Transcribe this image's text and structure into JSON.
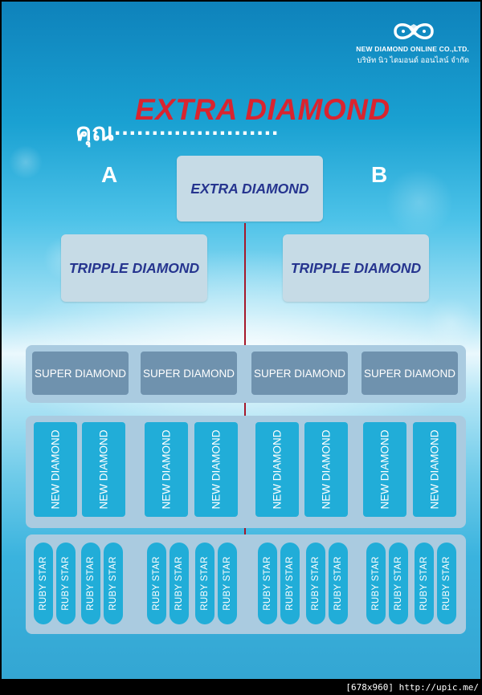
{
  "brand": {
    "name": "NEW DIAMOND ONLINE CO.,LTD.",
    "thai_name": "บริษัท นิว ไดมอนด์ ออนไลน์ จำกัด",
    "logo_icon": "infinity-diamond-logo-icon"
  },
  "header": {
    "greeting": "คุณ",
    "dots": "......................",
    "title": "EXTRA DIAMOND"
  },
  "labels": {
    "a": "A",
    "b": "B"
  },
  "tree": {
    "root": "EXTRA DIAMOND",
    "level2": [
      "TRIPPLE DIAMOND",
      "TRIPPLE DIAMOND"
    ],
    "level3": [
      "SUPER DIAMOND",
      "SUPER DIAMOND",
      "SUPER DIAMOND",
      "SUPER DIAMOND"
    ],
    "level4": [
      "NEW DIAMOND",
      "NEW DIAMOND",
      "NEW DIAMOND",
      "NEW DIAMOND",
      "NEW DIAMOND",
      "NEW DIAMOND",
      "NEW DIAMOND",
      "NEW DIAMOND"
    ],
    "level5": [
      "RUBY STAR",
      "RUBY STAR",
      "RUBY STAR",
      "RUBY STAR",
      "RUBY STAR",
      "RUBY STAR",
      "RUBY STAR",
      "RUBY STAR",
      "RUBY STAR",
      "RUBY STAR",
      "RUBY STAR",
      "RUBY STAR",
      "RUBY STAR",
      "RUBY STAR",
      "RUBY STAR",
      "RUBY STAR"
    ]
  },
  "colors": {
    "title_red": "#d9242f",
    "box_text_navy": "#26358f",
    "divider_red": "#a5182b",
    "level_blue": "#21add8",
    "super_slate": "#6f92ae"
  },
  "watermark": "[678x960] http://upic.me/"
}
